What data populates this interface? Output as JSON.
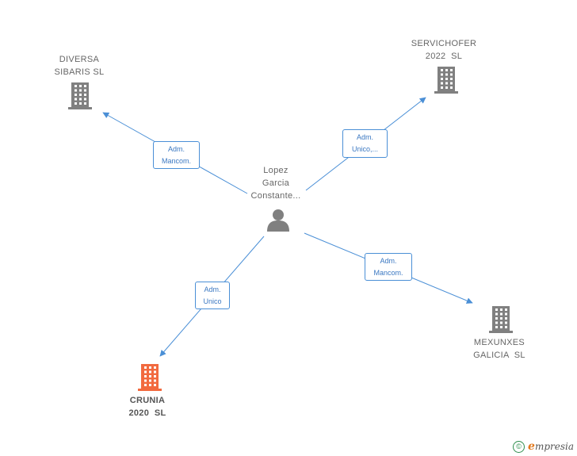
{
  "person": {
    "name": "Lopez\nGarcia\nConstante...",
    "icon": "person-icon",
    "color": "#808080"
  },
  "companies": [
    {
      "id": "diversa",
      "name": "DIVERSA\nSIBARIS SL",
      "icon": "building-icon",
      "color": "#808080",
      "role": "Adm.\nMancom."
    },
    {
      "id": "servichofer",
      "name": "SERVICHOFER\n2022  SL",
      "icon": "building-icon",
      "color": "#808080",
      "role": "Adm.\nUnico,..."
    },
    {
      "id": "mexunxes",
      "name": "MEXUNXES\nGALICIA  SL",
      "icon": "building-icon",
      "color": "#808080",
      "role": "Adm.\nMancom."
    },
    {
      "id": "crunia",
      "name": "CRUNIA\n2020  SL",
      "icon": "building-icon",
      "color": "#f26a3f",
      "role": "Adm.\nUnico"
    }
  ],
  "edge_color": "#4a8fd6",
  "footer": {
    "copyright": "©",
    "brand_initial": "e",
    "brand_rest": "mpresia"
  }
}
